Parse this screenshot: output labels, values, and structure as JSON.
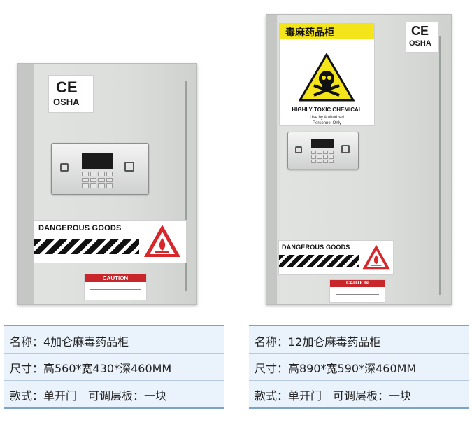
{
  "cabinets": [
    {
      "ce_mark": "CE",
      "osha_mark": "OSHA",
      "danger_label": "DANGEROUS GOODS",
      "caution_label": "CAUTION"
    },
    {
      "ce_mark": "CE",
      "osha_mark": "OSHA",
      "toxic_header": "毒麻药品柜",
      "toxic_title": "HIGHLY TOXIC CHEMICAL",
      "toxic_sub1": "Use by Authorized",
      "toxic_sub2": "Personnel Only",
      "danger_label": "DANGEROUS GOODS",
      "caution_label": "CAUTION"
    }
  ],
  "info_left": {
    "name": "名称：4加仑麻毒药品柜",
    "size": "尺寸：高560*宽430*深460MM",
    "style": "款式：单开门　可调层板：一块"
  },
  "info_right": {
    "name": "名称：12加仑麻毒药品柜",
    "size": "尺寸：高890*宽590*深460MM",
    "style": "款式：单开门　可调层板：一块"
  },
  "colors": {
    "info_bg": "#eaf2fb",
    "info_border": "#7fa3c6",
    "caution_red": "#c8262b",
    "toxic_yellow": "#f4e41a",
    "warning_red": "#d8262b"
  }
}
